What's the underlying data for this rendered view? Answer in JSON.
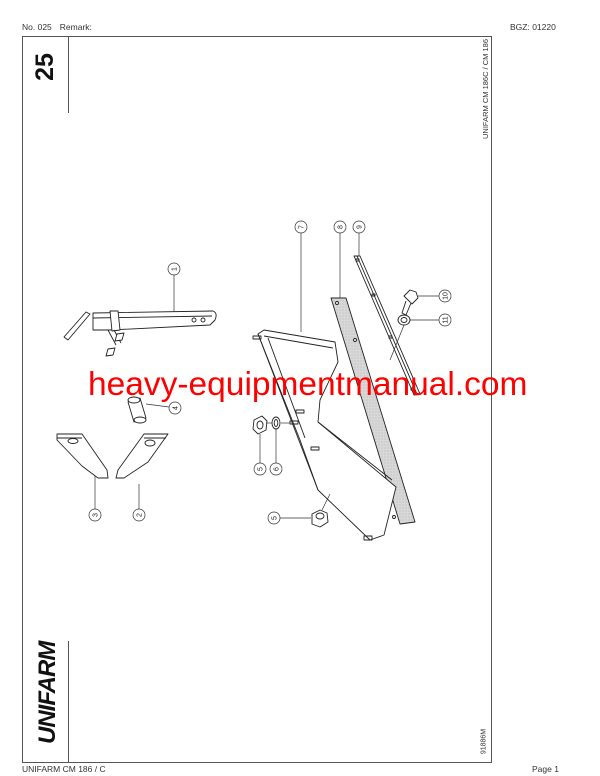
{
  "header": {
    "number": "No. 025",
    "remark_label": "Remark:",
    "bgz": "BGZ: 01220"
  },
  "footer": {
    "model": "UNIFARM CM 186 / C",
    "page": "Page 1"
  },
  "sheet": {
    "page_number": "25",
    "model_vertical": "UNIFARM CM 186C / CM 186",
    "brand_logo": "UNIFARM",
    "drawing_code": "91886M"
  },
  "watermark": {
    "text": "heavy-equipmentmanual.com",
    "color": "#ff0000"
  },
  "callouts": [
    {
      "id": "1",
      "label": "1"
    },
    {
      "id": "2",
      "label": "2"
    },
    {
      "id": "3",
      "label": "3"
    },
    {
      "id": "4",
      "label": "4"
    },
    {
      "id": "5a",
      "label": "5"
    },
    {
      "id": "6",
      "label": "6"
    },
    {
      "id": "5b",
      "label": "5"
    },
    {
      "id": "7",
      "label": "7"
    },
    {
      "id": "8",
      "label": "8"
    },
    {
      "id": "9",
      "label": "9"
    },
    {
      "id": "10",
      "label": "10"
    },
    {
      "id": "11",
      "label": "11"
    }
  ]
}
